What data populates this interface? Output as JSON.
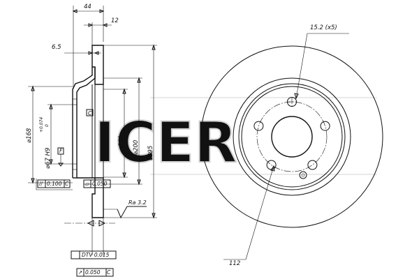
{
  "watermark": "ICER",
  "dimensions": {
    "width_total": "44",
    "width_friction": "12",
    "hat_thickness": "6.5",
    "hub_diameter": "⌀168",
    "center_bore": "⌀67 H9",
    "bore_tol_upper": "+0.074",
    "bore_tol_lower": "0",
    "hat_diameter": "⌀161",
    "friction_inner_diameter": "⌀200",
    "outer_diameter": "⌀295",
    "bolt_holes": "15.2 (x5)",
    "pitch_circle": "112"
  },
  "tolerances": {
    "parallelism_symbol": "//",
    "parallelism_value": "0.100",
    "parallelism_datum": "C",
    "flatness_symbol": "⏥",
    "flatness_value": "0.050",
    "dtv_label": "DTV 0.015",
    "runout_symbol": "↗",
    "runout_value": "0.050",
    "runout_datum": "C"
  },
  "datums": {
    "c": "C",
    "f": "F"
  },
  "surface": {
    "roughness": "Ra 3.2"
  }
}
